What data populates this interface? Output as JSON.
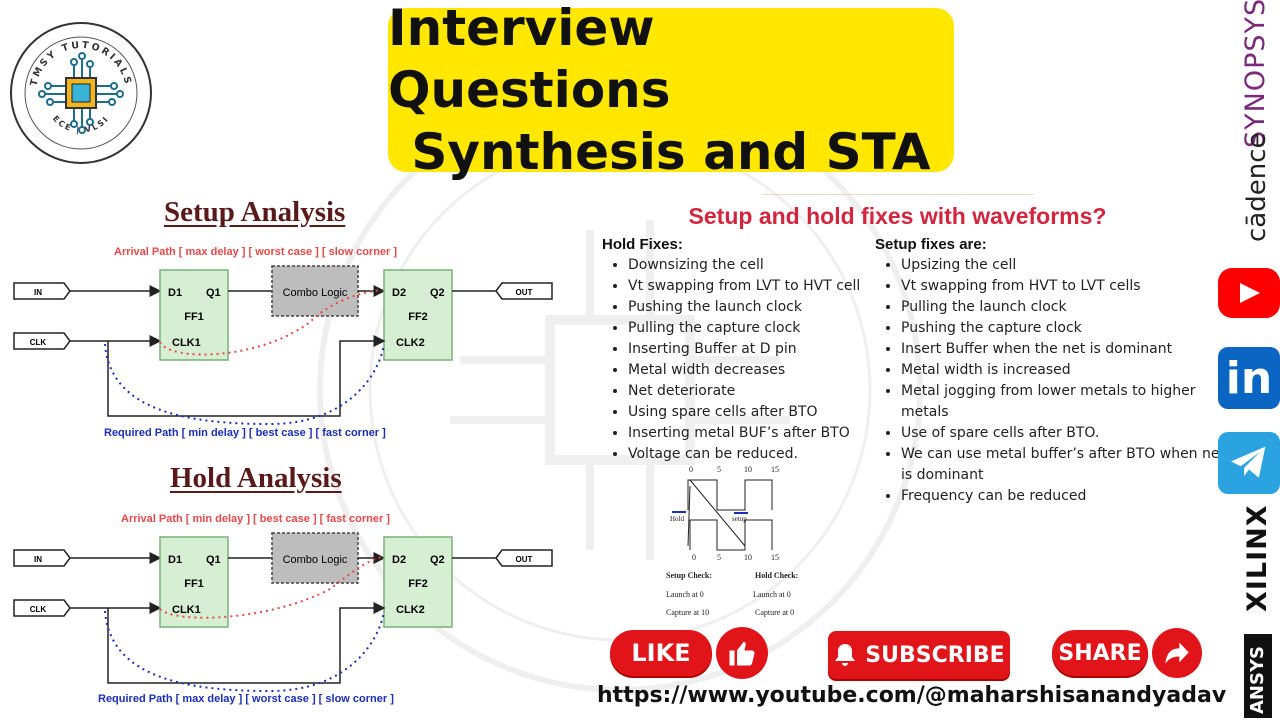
{
  "logo": {
    "top_text": "TMSY TUTORIALS",
    "bottom_text": "ECE | VLSI"
  },
  "banner": {
    "line1": "Interview Questions",
    "line2": "Synthesis and STA"
  },
  "setup_diagram": {
    "title": "Setup Analysis",
    "arrival": "Arrival Path [ max delay ] [ worst case ] [ slow corner ]",
    "required": "Required Path [ min delay ] [ best case ]  [ fast corner ]"
  },
  "hold_diagram": {
    "title": "Hold Analysis",
    "arrival": "Arrival Path [ min delay ] [ best case ] [ fast corner ]",
    "required": "Required Path [ max delay ] [ worst case ]  [ slow corner ]"
  },
  "circuit": {
    "in": "IN",
    "clk": "CLK",
    "out": "OUT",
    "ff1": {
      "d": "D1",
      "q": "Q1",
      "name": "FF1",
      "clk": "CLK1"
    },
    "ff2": {
      "d": "D2",
      "q": "Q2",
      "name": "FF2",
      "clk": "CLK2"
    },
    "combo": "Combo Logic"
  },
  "fixes": {
    "title": "Setup and hold fixes with waveforms?",
    "hold_head": "Hold Fixes:",
    "hold": [
      "Downsizing the cell",
      "Vt swapping from LVT to HVT cell",
      "Pushing the launch clock",
      "Pulling the capture clock",
      "Inserting Buffer at D pin",
      "Metal width decreases",
      "Net deteriorate",
      "Using spare cells after BTO",
      "Inserting metal BUF’s after BTO",
      "Voltage can be reduced."
    ],
    "setup_head": "Setup fixes are:",
    "setup": [
      "Upsizing the cell",
      "Vt swapping from HVT to LVT cells",
      "Pulling the launch clock",
      "Pushing the capture clock",
      "Insert Buffer when the net is dominant",
      "Metal width is increased",
      "Metal jogging from lower metals to higher metals",
      "Use of spare cells after BTO.",
      "We can use metal buffer’s after BTO when net is dominant",
      "Frequency can be reduced"
    ]
  },
  "waveform": {
    "ticks": [
      "0",
      "5",
      "10",
      "15"
    ],
    "hold_label": "Hold",
    "setup_label": "setup",
    "setup_check": "Setup Check:",
    "hold_check": "Hold Check:",
    "setup_launch": "Launch at 0",
    "setup_capture": "Capture at 10",
    "hold_launch": "Launch at 0",
    "hold_capture": "Capture at 0"
  },
  "actions": {
    "like": "LIKE",
    "subscribe": "SUBSCRIBE",
    "share": "SHARE"
  },
  "url": "https://www.youtube.com/@maharshisanandyadav",
  "brands": {
    "synopsys": "SYNOPSYS",
    "cadence": "cādence",
    "xilinx": "XILINX",
    "ansys": "ANSYS",
    "linkedin": "in"
  },
  "colors": {
    "banner": "#ffe700",
    "accent_red": "#d4253f",
    "ff_fill": "#d6efd2",
    "ff_border": "#7ab07a",
    "youtube": "#ff0000",
    "linkedin": "#0a66c2",
    "telegram": "#2aa3e0"
  }
}
